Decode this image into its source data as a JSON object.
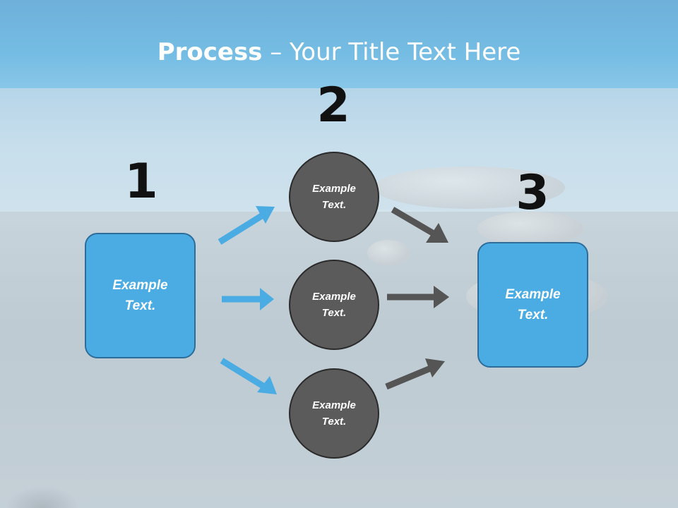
{
  "title": {
    "strong": "Process",
    "rest": " – Your Title Text Here"
  },
  "steps": {
    "one": "1",
    "two": "2",
    "three": "3"
  },
  "boxes": {
    "left": {
      "line1": "Example",
      "line2": "Text."
    },
    "right": {
      "line1": "Example",
      "line2": "Text."
    }
  },
  "circles": [
    {
      "line1": "Example",
      "line2": "Text."
    },
    {
      "line1": "Example",
      "line2": "Text."
    },
    {
      "line1": "Example",
      "line2": "Text."
    }
  ],
  "colors": {
    "box_fill": "#4aace3",
    "box_border": "#2c6d9a",
    "circle_fill": "#5b5b5b",
    "blue_arrow": "#4aace3",
    "gray_arrow": "#555555"
  },
  "icons": {
    "arrows_in": "arrow-right-icon",
    "arrows_out": "arrow-right-icon"
  }
}
